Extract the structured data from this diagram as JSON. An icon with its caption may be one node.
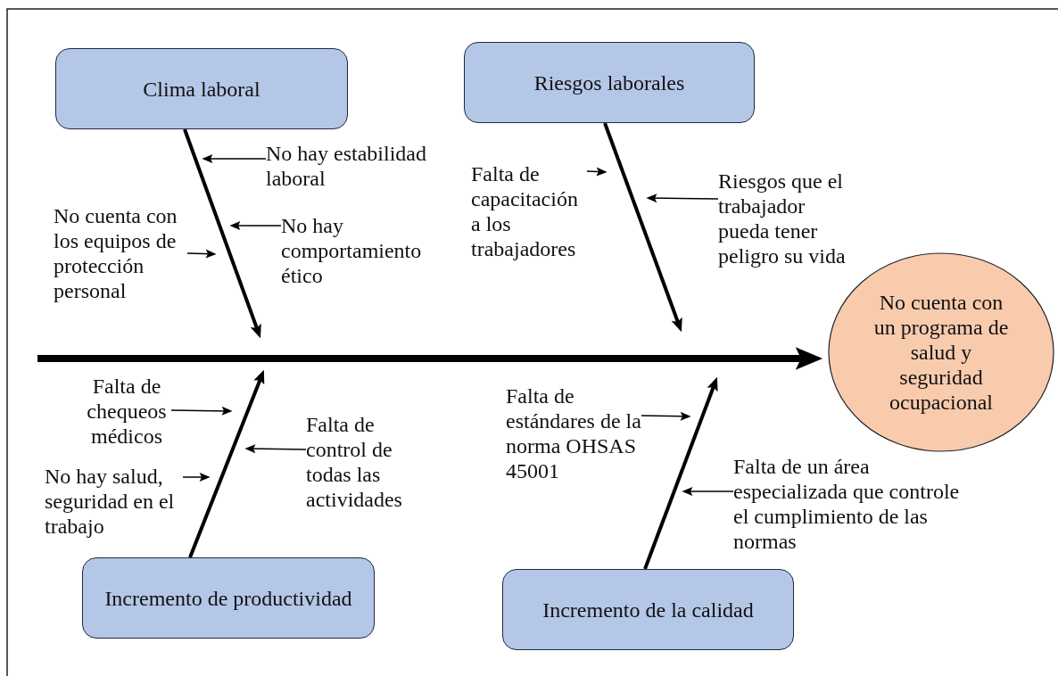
{
  "diagram": {
    "nodes": [
      {
        "text": [
          "Clima laboral"
        ]
      },
      {
        "text": [
          "Riesgos laborales"
        ]
      },
      {
        "text": [
          "No cuenta con un programa de salud y seguridad ocupacional"
        ]
      },
      {
        "text": [
          "Incremento de productividad"
        ]
      },
      {
        "text": [
          "Incremento de la calidad"
        ]
      },
      {
        "text": [
          "No hay estabilidad laboral"
        ]
      },
      {
        "text": [
          "No cuenta con los equipos de protección personal"
        ]
      },
      {
        "text": [
          "No hay comportamiento ético"
        ]
      },
      {
        "text": [
          "Falta de capacitación a los trabajadores"
        ]
      },
      {
        "text": [
          "Riesgos que el trabajador pueda tener peligro su vida"
        ]
      },
      {
        "text": [
          "Falta de chequeos médicos"
        ]
      },
      {
        "text": [
          "No hay salud, seguridad en el trabajo"
        ]
      },
      {
        "text": [
          "Falta de control de todas las actividades"
        ]
      },
      {
        "text": [
          "Falta de estándares de la norma OHSAS 45001"
        ]
      },
      {
        "text": [
          "Falta de un área especializada que controle el cumplimiento de las normas"
        ]
      }
    ],
    "edges": [
      {
        "from": null,
        "to": 2,
        "arrow": "to",
        "style": "thick"
      },
      {
        "from": 0,
        "to": null,
        "arrow": "to",
        "style": "thick"
      },
      {
        "from": 1,
        "to": null,
        "arrow": "to",
        "style": "thick"
      },
      {
        "from": 3,
        "to": null,
        "arrow": "to",
        "style": "thick"
      },
      {
        "from": 4,
        "to": null,
        "arrow": "to",
        "style": "thick"
      },
      {
        "from": 5,
        "to": null,
        "arrow": "to"
      },
      {
        "from": 6,
        "to": null,
        "arrow": "to"
      },
      {
        "from": 7,
        "to": null,
        "arrow": "to"
      },
      {
        "from": 8,
        "to": null,
        "arrow": "to"
      },
      {
        "from": 9,
        "to": null,
        "arrow": "to"
      },
      {
        "from": 10,
        "to": null,
        "arrow": "to"
      },
      {
        "from": 11,
        "to": null,
        "arrow": "to"
      },
      {
        "from": 12,
        "to": null,
        "arrow": "to"
      },
      {
        "from": 13,
        "to": null,
        "arrow": "to"
      },
      {
        "from": 14,
        "to": null,
        "arrow": "to"
      }
    ]
  }
}
